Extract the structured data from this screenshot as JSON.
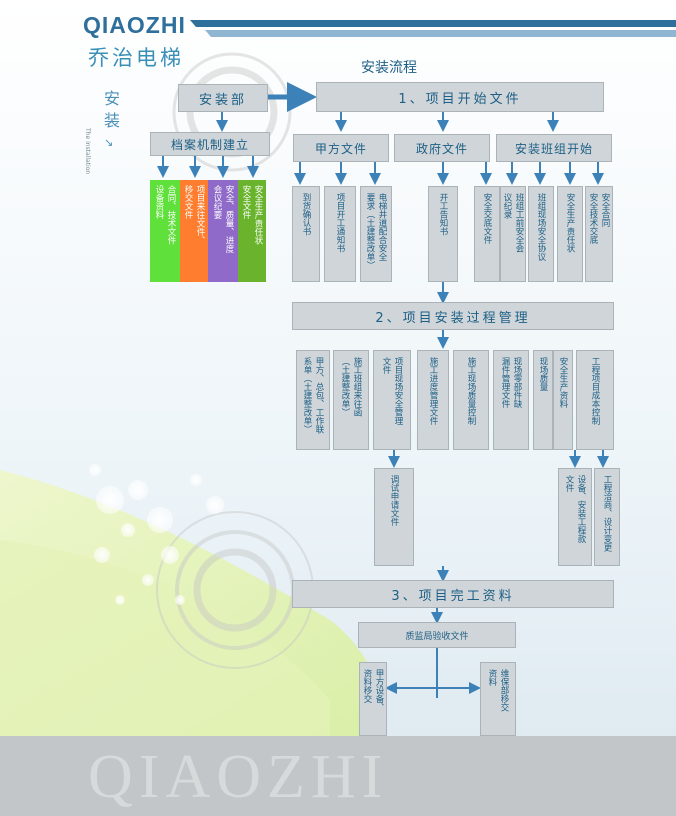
{
  "brand": {
    "logo": "QIAOZHI",
    "name_cn": "乔治电梯",
    "watermark": "QIAOZHI"
  },
  "side": {
    "title": "安装",
    "subtitle": "The installation"
  },
  "diagram": {
    "title": "安装流程",
    "install_dept": "安装部",
    "archive": "档案机制建立",
    "archive_items": [
      [
        "合同、技术文件",
        "设备资料"
      ],
      [
        "项目来往文件、",
        "移交文件"
      ],
      [
        "安全、质量、进度",
        "会议纪要"
      ],
      [
        "安全生产责任状",
        "安全文件"
      ]
    ],
    "stage1": "1、项目开始文件",
    "party_a": "甲方文件",
    "government": "政府文件",
    "team_start": "安装班组开始",
    "party_a_docs": [
      [
        "到货确认书"
      ],
      [
        "项目开工通知书"
      ],
      [
        "电梯井道配合安全",
        "要求（土建整改单）"
      ]
    ],
    "gov_docs": [
      [
        "开工告知书"
      ]
    ],
    "team_docs": [
      [
        "安全交底文件"
      ],
      [
        "班组工前安全会",
        "议纪录"
      ],
      [
        "班组现场安全协议"
      ],
      [
        "安全生产责任状"
      ],
      [
        "安全合同",
        "安全技术交底"
      ]
    ],
    "stage2": "2、项目安装过程管理",
    "process_docs": [
      [
        "甲方、总包、工作联",
        "系单（土建整改单）"
      ],
      [
        "施工班组来往函",
        "（土建整改单）"
      ],
      [
        "项目现场安全管理",
        "文件"
      ],
      [
        "施工进度管理文件"
      ],
      [
        "施工现场质量控制"
      ],
      [
        "现场零部件缺",
        "漏件管理文件"
      ],
      [
        "现场质量"
      ],
      [
        "安全生产资料"
      ],
      [
        "工程项目成本控制"
      ]
    ],
    "debug_doc": [
      "调试申请文件"
    ],
    "equip_doc": [
      "设备、安装工程款",
      "文件"
    ],
    "change_doc": [
      "工程洽商、设计变更"
    ],
    "stage3": "3、项目完工资料",
    "qc_acceptance": "质监局验收文件",
    "handover_a": [
      "甲方设备、",
      "资料移交"
    ],
    "handover_maint": [
      "维保部移交",
      "资料"
    ]
  },
  "colors": {
    "archive_items": [
      "#5fe03a",
      "#ff7d2e",
      "#8f6ac8",
      "#69b42c"
    ],
    "box_fill": "#cfd5d8",
    "text": "#1d5f86",
    "arrow": "#3c82b8"
  }
}
